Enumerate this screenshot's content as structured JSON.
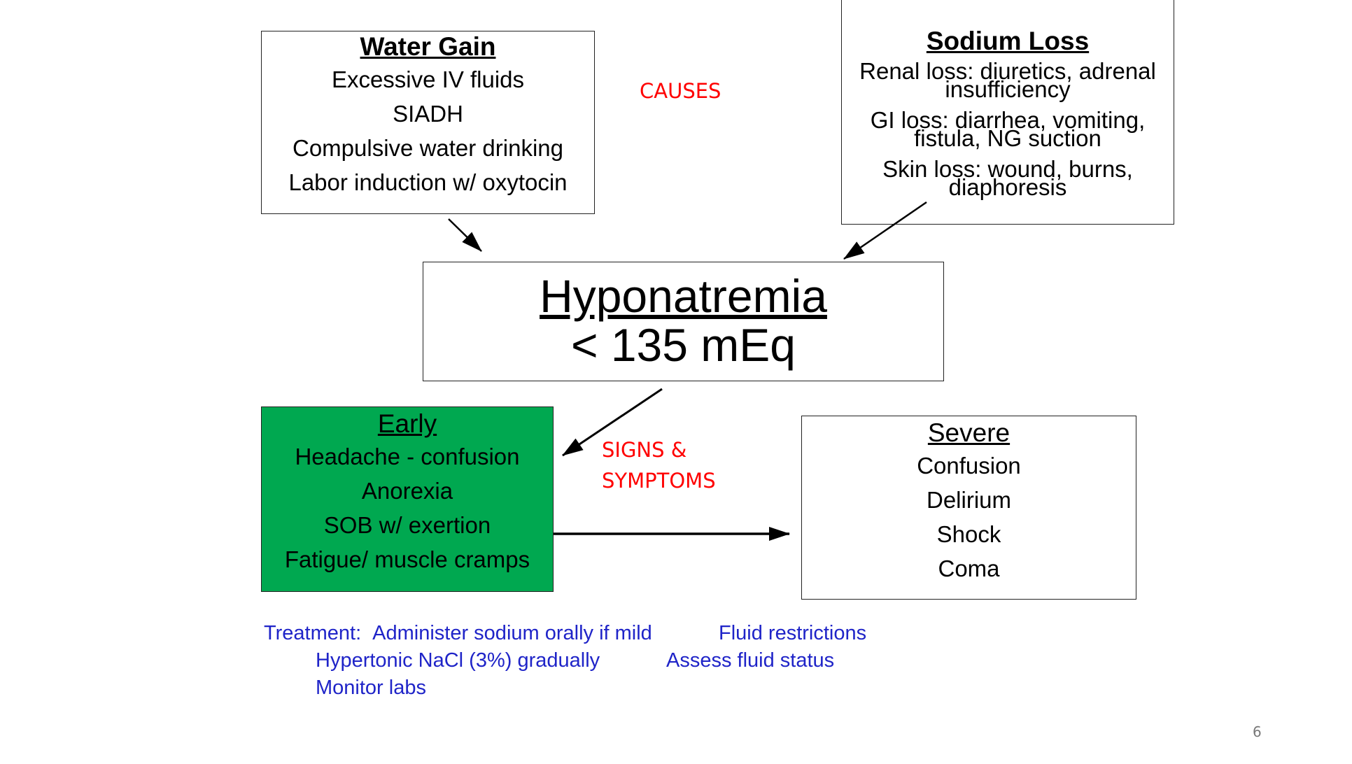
{
  "water_gain": {
    "title": "Water Gain",
    "items": [
      "Excessive IV fluids",
      "SIADH",
      "Compulsive water drinking",
      "Labor induction w/ oxytocin"
    ]
  },
  "sodium_loss": {
    "title": "Sodium Loss",
    "items": [
      "Renal loss: diuretics, adrenal insufficiency",
      "GI loss: diarrhea, vomiting, fistula, NG suction",
      "Skin loss: wound, burns, diaphoresis"
    ]
  },
  "causes_label": "CAUSES",
  "hyponatremia": {
    "title": "Hyponatremia",
    "threshold": "< 135 mEq"
  },
  "early": {
    "title": "Early",
    "items": [
      "Headache - confusion",
      "Anorexia",
      "SOB w/ exertion",
      "Fatigue/ muscle cramps"
    ],
    "color": "#00a850"
  },
  "signs_label": {
    "line1": "SIGNS &",
    "line2": "SYMPTOMS"
  },
  "severe": {
    "title": "Severe",
    "items": [
      "Confusion",
      "Delirium",
      "Shock",
      "Coma"
    ]
  },
  "treatment": {
    "prefix": "Treatment:",
    "line1": "Administer sodium orally if mild",
    "line2": "Hypertonic NaCl (3%) gradually",
    "line3": "Monitor labs",
    "line4": "Fluid restrictions",
    "line5": "Assess fluid status"
  },
  "page_number": "6",
  "colors": {
    "label_red": "#ff0000",
    "treatment_blue": "#1f24c8",
    "early_green": "#00a850"
  }
}
